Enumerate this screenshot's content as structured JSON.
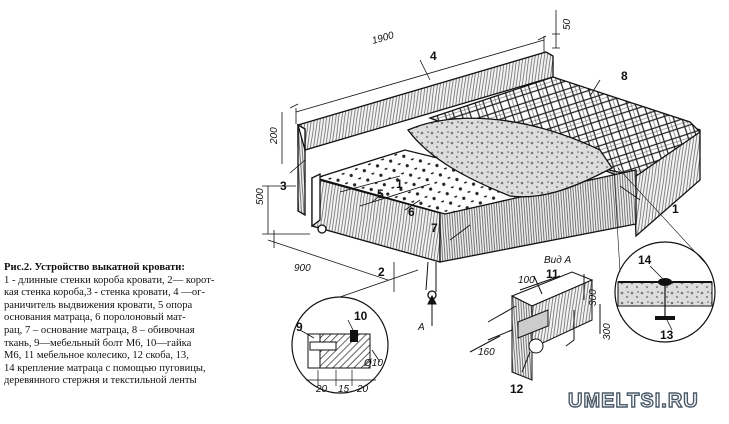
{
  "caption": {
    "title": "Рис.2. Устройство выкатной кровати:",
    "lines": [
      "1 -   длинные стенки короба кровати, 2— корот-",
      "кая стенка короба,3 -  стенка кровати, 4 —ог-",
      "раничитель выдвижения кровати, 5   опора",
      "основания матраца, 6  поролоновый мат-",
      "рац, 7 – основание матраца, 8 – обивочная",
      "ткань, 9—мебельный болт М6, 10—гайка",
      "М6, 11   мебельное колесико, 12   скоба, 13,",
      "14   крепление матраца с помощью пуговицы,",
      "деревянного стержня и текстильной ленты"
    ]
  },
  "dimensions": {
    "length": "1900",
    "width": "900",
    "height_total": "500",
    "height_side": "200",
    "top_offset": "50",
    "detail_100": "100",
    "detail_300_a": "300",
    "detail_300_b": "300",
    "detail_160": "160",
    "detail_20_a": "20",
    "detail_15": "15",
    "detail_20_b": "20",
    "bolt_diameter": "Ø10"
  },
  "labels": {
    "n1": "1",
    "n1b": "1",
    "n2": "2",
    "n3": "3",
    "n4": "4",
    "n5": "5",
    "n6": "6",
    "n7": "7",
    "n8": "8",
    "n9": "9",
    "n10": "10",
    "n11": "11",
    "n12": "12",
    "n13": "13",
    "n14": "14",
    "view_a_title": "Вид А",
    "view_a_arrow": "A"
  },
  "watermark": {
    "text": "UMELTSI.RU"
  }
}
